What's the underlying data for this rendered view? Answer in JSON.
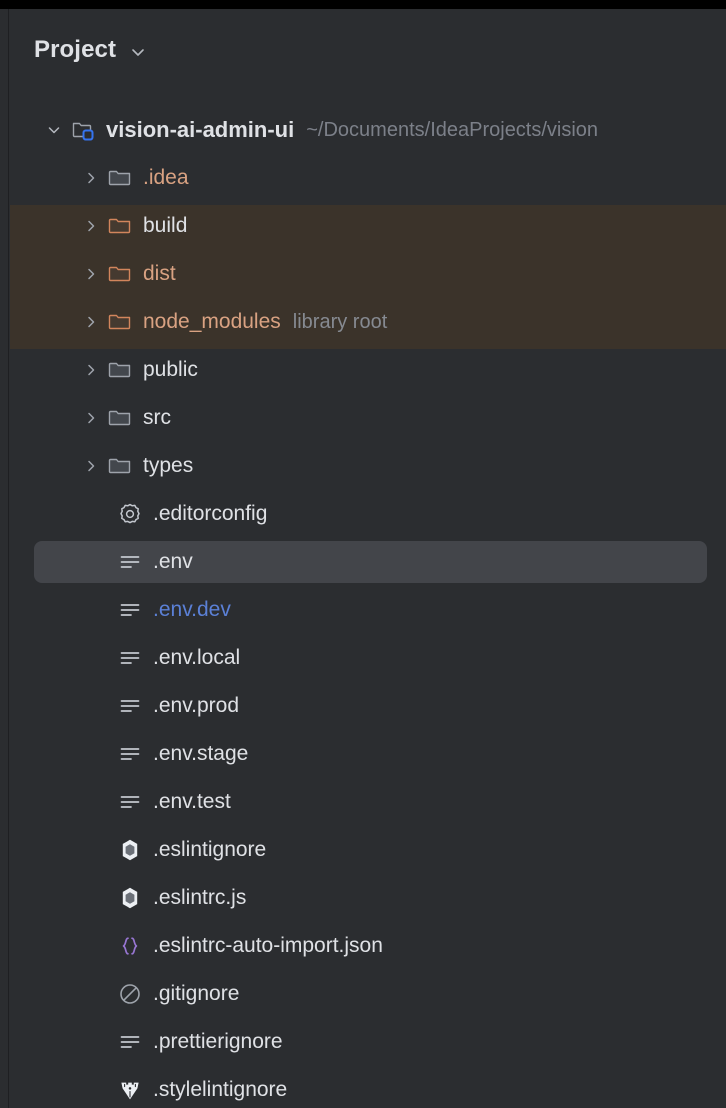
{
  "window": {
    "bg_color": "#2b2d30",
    "titlebar_color": "#000000"
  },
  "tool_window": {
    "title": "Project",
    "dropdown_icon": "chevron-down-icon"
  },
  "colors": {
    "text_default": "#dfe1e5",
    "text_excluded": "#d9a282",
    "text_modified": "#5b80d6",
    "text_annotation": "#868a91",
    "selection_bg": "#43454a",
    "excluded_band_bg": "#3b332a",
    "json_icon": "#9876d3",
    "module_badge": "#3574f0"
  },
  "tree": {
    "root": {
      "name": "vision-ai-admin-ui",
      "path": "~/Documents/IdeaProjects/vision",
      "icon": "module-folder-icon",
      "twisty": "chevron-down-icon",
      "expanded": true
    },
    "nodes": [
      {
        "label": ".idea",
        "icon": "folder-icon",
        "twisty": "chevron-right-icon",
        "color": "orange",
        "annotation": "",
        "selected": false,
        "excluded": false
      },
      {
        "label": "build",
        "icon": "folder-excluded-icon",
        "twisty": "chevron-right-icon",
        "color": "plain",
        "annotation": "",
        "selected": false,
        "excluded": true
      },
      {
        "label": "dist",
        "icon": "folder-excluded-icon",
        "twisty": "chevron-right-icon",
        "color": "orange",
        "annotation": "",
        "selected": false,
        "excluded": true
      },
      {
        "label": "node_modules",
        "icon": "folder-excluded-icon",
        "twisty": "chevron-right-icon",
        "color": "orange",
        "annotation": "library root",
        "selected": false,
        "excluded": true
      },
      {
        "label": "public",
        "icon": "folder-icon",
        "twisty": "chevron-right-icon",
        "color": "plain",
        "annotation": "",
        "selected": false,
        "excluded": false
      },
      {
        "label": "src",
        "icon": "folder-icon",
        "twisty": "chevron-right-icon",
        "color": "plain",
        "annotation": "",
        "selected": false,
        "excluded": false
      },
      {
        "label": "types",
        "icon": "folder-icon",
        "twisty": "chevron-right-icon",
        "color": "plain",
        "annotation": "",
        "selected": false,
        "excluded": false
      },
      {
        "label": ".editorconfig",
        "icon": "gear-icon",
        "twisty": "",
        "color": "plain",
        "annotation": "",
        "selected": false,
        "excluded": false
      },
      {
        "label": ".env",
        "icon": "text-file-icon",
        "twisty": "",
        "color": "plain",
        "annotation": "",
        "selected": true,
        "excluded": false
      },
      {
        "label": ".env.dev",
        "icon": "text-file-icon",
        "twisty": "",
        "color": "blue",
        "annotation": "",
        "selected": false,
        "excluded": false
      },
      {
        "label": ".env.local",
        "icon": "text-file-icon",
        "twisty": "",
        "color": "plain",
        "annotation": "",
        "selected": false,
        "excluded": false
      },
      {
        "label": ".env.prod",
        "icon": "text-file-icon",
        "twisty": "",
        "color": "plain",
        "annotation": "",
        "selected": false,
        "excluded": false
      },
      {
        "label": ".env.stage",
        "icon": "text-file-icon",
        "twisty": "",
        "color": "plain",
        "annotation": "",
        "selected": false,
        "excluded": false
      },
      {
        "label": ".env.test",
        "icon": "text-file-icon",
        "twisty": "",
        "color": "plain",
        "annotation": "",
        "selected": false,
        "excluded": false
      },
      {
        "label": ".eslintignore",
        "icon": "eslint-icon",
        "twisty": "",
        "color": "plain",
        "annotation": "",
        "selected": false,
        "excluded": false
      },
      {
        "label": ".eslintrc.js",
        "icon": "eslint-icon",
        "twisty": "",
        "color": "plain",
        "annotation": "",
        "selected": false,
        "excluded": false
      },
      {
        "label": ".eslintrc-auto-import.json",
        "icon": "json-icon",
        "twisty": "",
        "color": "plain",
        "annotation": "",
        "selected": false,
        "excluded": false
      },
      {
        "label": ".gitignore",
        "icon": "ignore-file-icon",
        "twisty": "",
        "color": "plain",
        "annotation": "",
        "selected": false,
        "excluded": false
      },
      {
        "label": ".prettierignore",
        "icon": "text-file-icon",
        "twisty": "",
        "color": "plain",
        "annotation": "",
        "selected": false,
        "excluded": false
      },
      {
        "label": ".stylelintignore",
        "icon": "stylelint-icon",
        "twisty": "",
        "color": "plain",
        "annotation": "",
        "selected": false,
        "excluded": false
      }
    ]
  }
}
